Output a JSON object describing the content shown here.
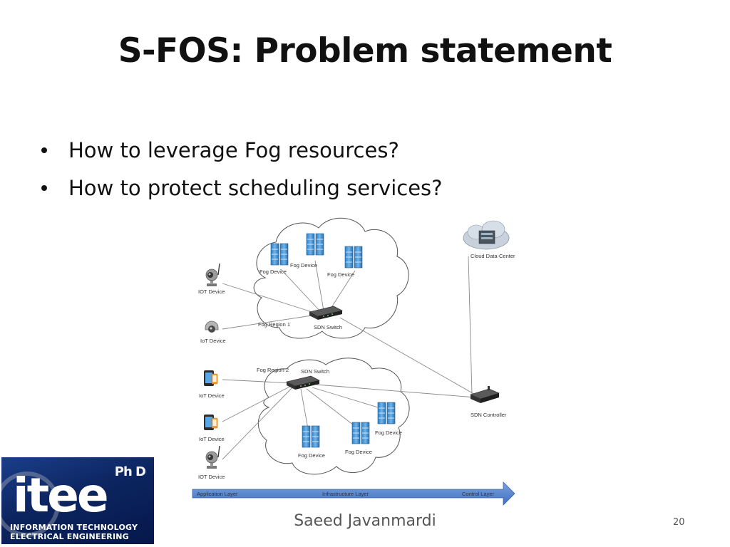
{
  "slide": {
    "title": "S-FOS: Problem statement",
    "bullets": [
      "How to leverage Fog resources?",
      "How to protect scheduling services?"
    ],
    "author": "Saeed Javanmardi",
    "page_number": "20"
  },
  "diagram": {
    "labels": {
      "cloud": "Cloud Data-Center",
      "fog1": "Fog Device",
      "fog2": "Fog Device",
      "fog3": "Fog Device",
      "iot1": "IOT Device",
      "iot2": "IoT Device",
      "region1": "Fog Region 1",
      "switch1": "SDN Switch",
      "region2": "Fog Region 2",
      "switch2": "SDN Switch",
      "iot3": "IoT Device",
      "iot4": "IoT Device",
      "iot5": "IOT Device",
      "fog4": "Fog Device",
      "fog5": "Fog Device",
      "fog6": "Fog Device",
      "controller": "SDN Controller"
    },
    "layers": {
      "application": "Application Layer",
      "infrastructure": "Infrastructure Layer",
      "control": "Control Layer"
    },
    "colors": {
      "server": "#3f8fd0",
      "arrow": "#4f7fc8",
      "cloud_line": "#9a9a9a"
    }
  },
  "logo": {
    "phd": "Ph D",
    "brand": "itee",
    "line1": "INFORMATION TECHNOLOGY",
    "line2": "ELECTRICAL ENGINEERING"
  }
}
